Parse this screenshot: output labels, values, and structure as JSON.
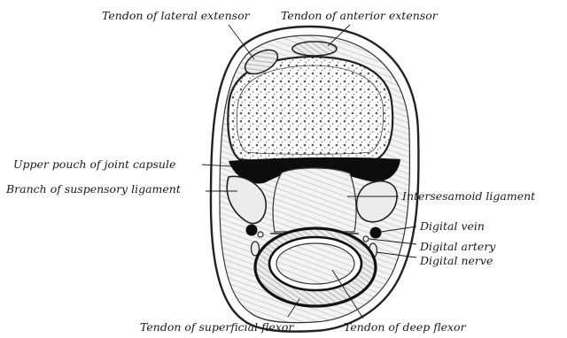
{
  "labels": {
    "lateral_extensor": "Tendon of lateral extensor",
    "anterior_extensor": "Tendon of anterior extensor",
    "upper_pouch": "Upper pouch of joint capsule",
    "suspensory_branch": "Branch of suspensory ligament",
    "intersesamoid": "Intersesamoid ligament",
    "digital_vein": "Digital vein",
    "digital_artery": "Digital artery",
    "digital_nerve": "Digital nerve",
    "superficial_flexor": "Tendon of superficial flexor",
    "deep_flexor": "Tendon of deep flexor"
  }
}
